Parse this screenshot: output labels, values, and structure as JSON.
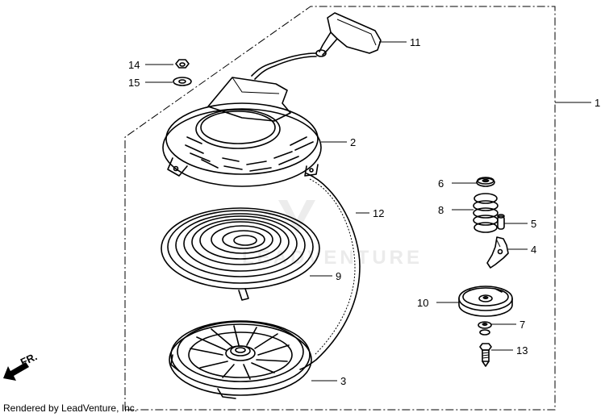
{
  "diagram": {
    "credit": "Rendered by LeadVenture, Inc.",
    "watermark": "LEADVENTURE",
    "direction_label": "FR.",
    "callouts": {
      "c1": "1",
      "c2": "2",
      "c3": "3",
      "c4": "4",
      "c5": "5",
      "c6": "6",
      "c7": "7",
      "c8": "8",
      "c9": "9",
      "c10": "10",
      "c11": "11",
      "c12": "12",
      "c13": "13",
      "c14": "14",
      "c15": "15"
    }
  }
}
